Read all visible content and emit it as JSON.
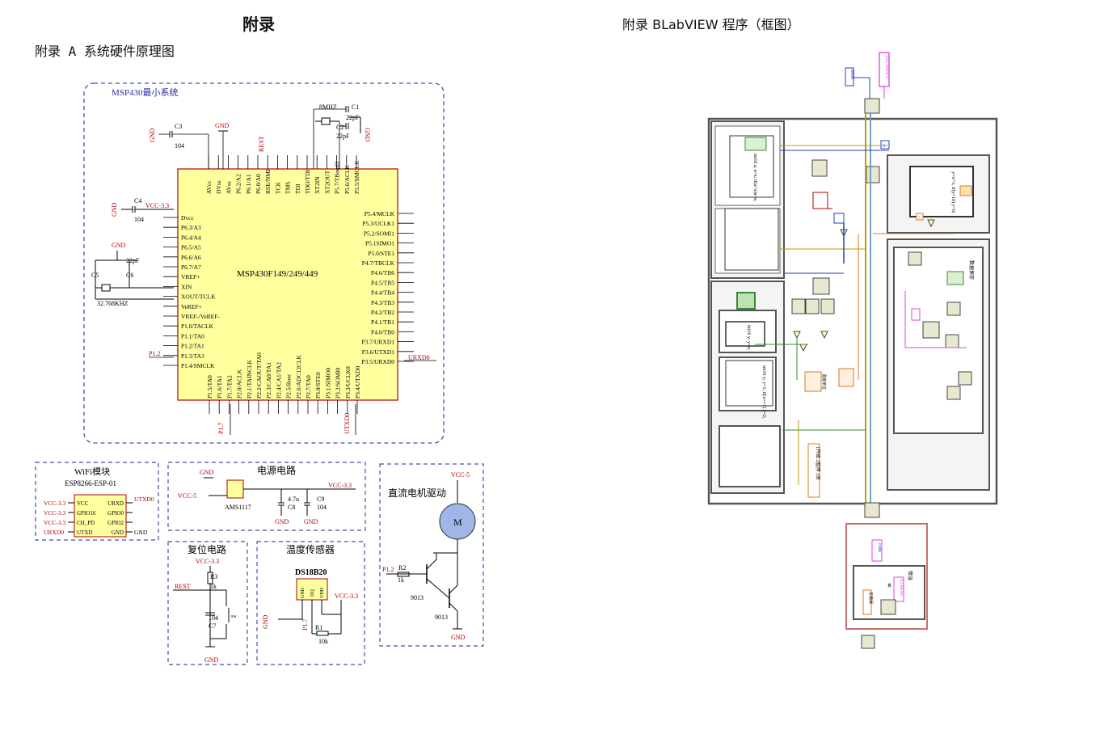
{
  "header": {
    "title_left": "附录",
    "subtitle_left": "附录 A 系统硬件原理图",
    "title_right": "附录 BLabVIEW 程序（框图）"
  },
  "mcu": {
    "block_title": "MSP430最小系统",
    "chip_name": "MSP430F149/249/449",
    "top_labels": [
      "AVcc",
      "DVss",
      "AVss",
      "P6.2/A2",
      "P6.1/A1",
      "P6.0/A0",
      "RSE/NMI",
      "TCK",
      "TMS",
      "TDI",
      "TDO/TDI",
      "XT2IN",
      "XT2OUT",
      "P5.7/TBoutH",
      "P5.6/ACLK",
      "P5.5/SMCLK"
    ],
    "left_labels": [
      "Dvcc",
      "P6.3/A3",
      "P6.4/A4",
      "P6.5/A5",
      "P6.6/A6",
      "P6.7/A7",
      "VREF+",
      "XIN",
      "XOUT/TCLK",
      "VeREF+",
      "VREF-/VeREF-",
      "P1.0/TACLK",
      "P1.1/TA0",
      "P1.2/TA1",
      "P1.3/TA3",
      "P1.4/SMCLK"
    ],
    "right_labels": [
      "P5.4/MCLK",
      "P5.3/UCLK1",
      "P5.2/SOMI1",
      "P5.1SIMO1",
      "P5.0/STE1",
      "P4.7/TBCLK",
      "P4.6/TB6",
      "P4.5/TB5",
      "P4.4/TB4",
      "P4.3/TB3",
      "P4.2/TB2",
      "P4.1/TB1",
      "P4.0/TB0",
      "P3.7/URXD1",
      "P3.6/UTXD1",
      "P3.5/URXD0"
    ],
    "bottom_labels": [
      "P1.5/TA0",
      "P1.6/TA1",
      "P1.7/TA2",
      "P2.0/ACLK",
      "P2.1/TAINCLK",
      "P2.2/CAOUT/TA0",
      "P2.3/CA0/TA1",
      "P2.4/CA1/TA2",
      "P2.5/Rosc",
      "P2.6/ADC12CLK",
      "P2.7/TA0",
      "P3.0/STE0",
      "P3.1/SIMO0",
      "P3.2/SOMI0",
      "P3.3/UCLK0",
      "P3.4/UTXD0"
    ],
    "labels": {
      "gnd": "GND",
      "c3": "C3",
      "c3_val": "104",
      "c4": "C4",
      "c4_val": "104",
      "vcc": "VCC-3.3",
      "rest": "REST",
      "xtal_hi": "8MHZ",
      "c1": "C1",
      "c1_val": "22pF",
      "c2": "C2",
      "c2_val": "22pF",
      "c5": "C5",
      "c6": "C6",
      "c56_val": "22pF",
      "xtal_lo": "32.768KHZ",
      "p12": "P1.2",
      "p17": "P1.7",
      "utxd0": "UTXD0",
      "urxd0": "URXD0"
    }
  },
  "wifi": {
    "title": "WiFi模块",
    "part": "ESP8266-ESP-01",
    "pins_left": [
      "VCC",
      "GPIO16",
      "CH_PD",
      "UTXD"
    ],
    "pins_right": [
      "URXD",
      "GPIO0",
      "GPIO2",
      "GND"
    ],
    "nets_left": [
      "VCC-3.3",
      "VCC-3.3",
      "VCC-3.3",
      "URXD0"
    ],
    "nets_right": [
      "UTXD0",
      "",
      "",
      "GND"
    ]
  },
  "power": {
    "title": "电源电路",
    "gnd": "GND",
    "vin": "VCC-5",
    "vout": "VCC-3.3",
    "reg": "AMS1117",
    "c8": "C8",
    "c8_val": "4.7u",
    "c9": "C9",
    "c9_val": "104",
    "gnd2": "GND",
    "gnd3": "GND"
  },
  "motor": {
    "title": "直流电机驱动",
    "vcc": "VCC-5",
    "motor_label": "M",
    "in_net": "P1.2",
    "r2": "R2",
    "r2_val": "1k",
    "q1": "9013",
    "q2": "9013",
    "gnd": "GND"
  },
  "reset": {
    "title": "复位电路",
    "vcc": "VCC-3.3",
    "r3": "R3",
    "r3_val": "1k",
    "rest": "REST",
    "c7": "C7",
    "c7_val": "104",
    "sw": "sw",
    "gnd": "GND"
  },
  "temp": {
    "title": "温度传感器",
    "part": "DS18B20",
    "pins": [
      "GND",
      "DQ",
      "VDD"
    ],
    "vcc": "VCC-3.3",
    "gnd": "GND",
    "p17": "P1.7",
    "r1": "R1",
    "r1_val": "10k"
  },
  "labview": {
    "port_const": "8888",
    "ip_const": "192.168.4.1",
    "tag_num": "3",
    "tag_five": "5",
    "code_label": "code",
    "error_label": "错误",
    "cond_true": "真",
    "digits": "62.64.66",
    "str_a": "无错误",
    "str_b": "温度单位",
    "str_c": "数据保存",
    "str_d": "1开始 2暂停 3关",
    "formula_a": "int16 a;\na=x;\nif(a>x)a=x;",
    "formula_b": "y=x+1;\nif(y=10)\ny=0;",
    "formula_c": "int16 y;\ny=1;\nif(x==1)\ny=2;",
    "formula_d": "int16 y;\ny=x;"
  },
  "colors": {
    "chip_fill": "#ffff9e",
    "chip_border": "#b30000",
    "frame_dash": "#4c4ca8",
    "net_red": "#b30000",
    "wire_blue": "#1f3fbf",
    "wire_orange": "#e07820",
    "wire_green": "#3a8a3a",
    "wire_pink": "#e040e0",
    "frame_gray": "#555555"
  }
}
